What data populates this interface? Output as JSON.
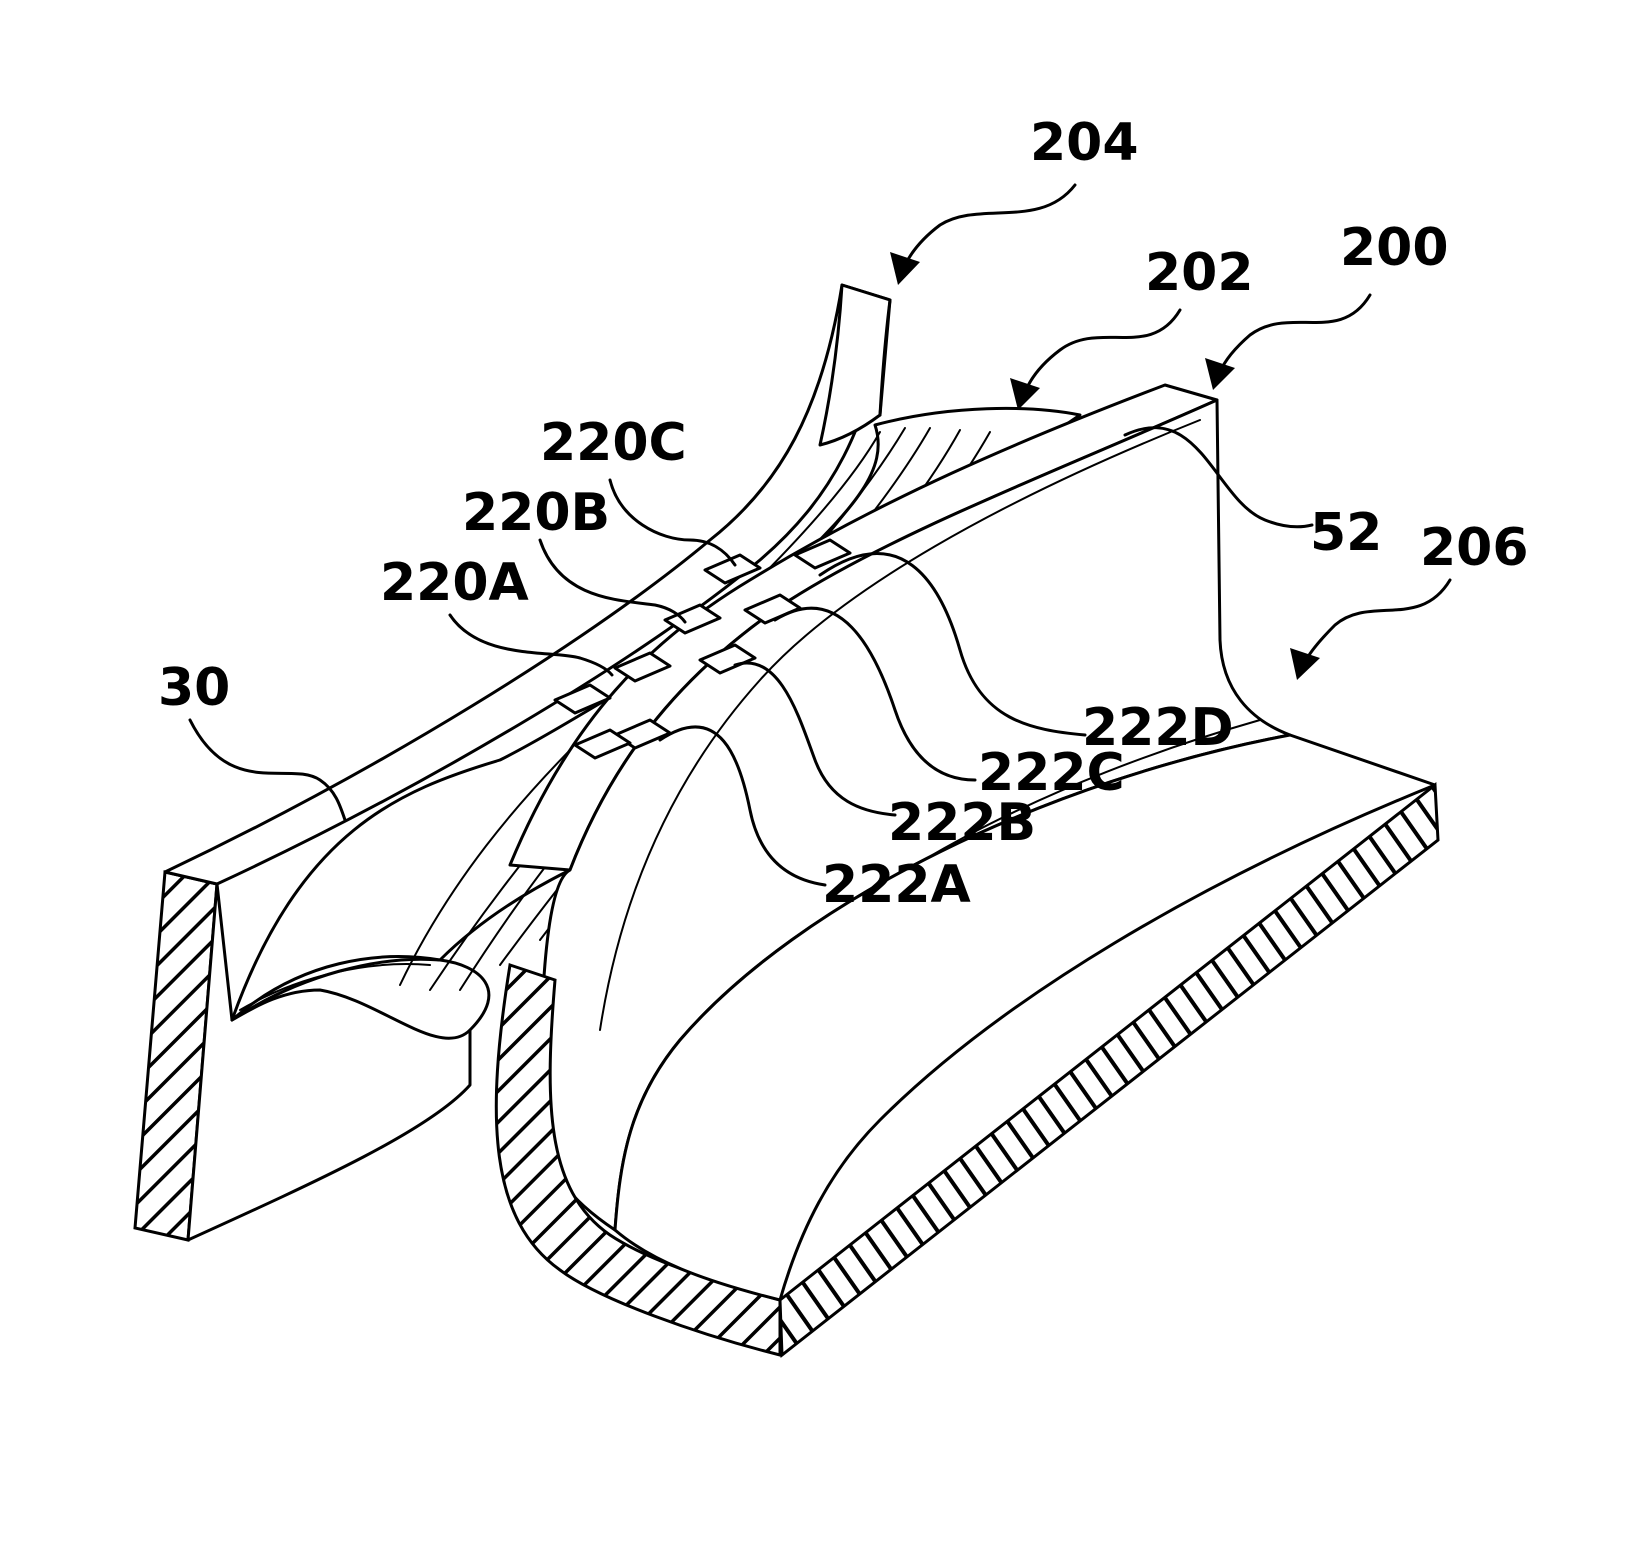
{
  "figure": {
    "labels": {
      "ref_204": "204",
      "ref_202": "202",
      "ref_200": "200",
      "ref_52": "52",
      "ref_206": "206",
      "ref_220C": "220C",
      "ref_220B": "220B",
      "ref_220A": "220A",
      "ref_30": "30",
      "ref_222D": "222D",
      "ref_222C": "222C",
      "ref_222B": "222B",
      "ref_222A": "222A"
    }
  }
}
